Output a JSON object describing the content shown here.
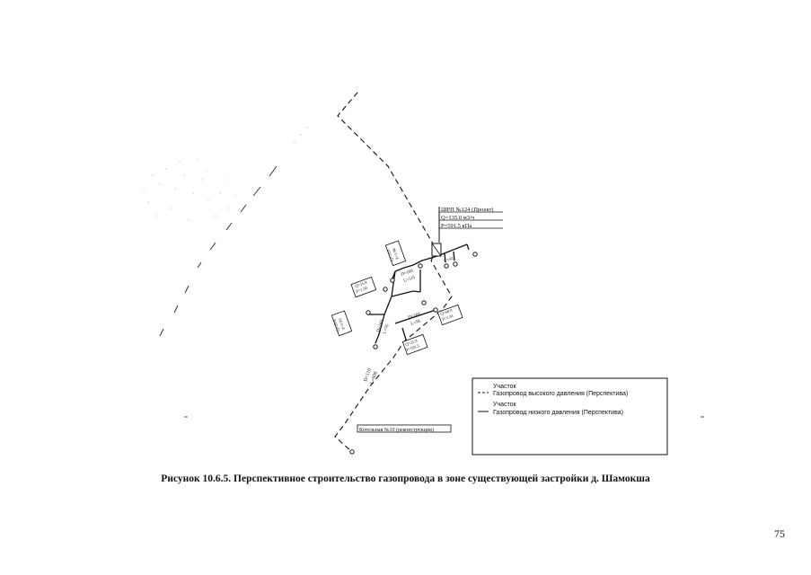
{
  "scheme": {
    "grp_box": {
      "title": "ШРП №124 (Проект)",
      "flow": "Q=135.0 м3/ч",
      "pressure": "P=591.5 кПа"
    },
    "boiler_label": "Котельная №10 (реконструкция)",
    "pipe_labels": {
      "main_d": "D=110",
      "main_l": "L=608",
      "branch_a_d": "D=160",
      "branch_a_l": "L=115",
      "branch_b_d": "D=160",
      "branch_b_l": "L=56",
      "branch_c_d": "D=160",
      "branch_c_l": "L=76",
      "branch_d_l": "L=41"
    },
    "callouts": [
      {
        "line1": "Q=15.9",
        "line2": "P=1.50"
      },
      {
        "line1": "Q=11.0",
        "line2": "P=1.96"
      },
      {
        "line1": "Q=25.6",
        "line2": "P=1.83"
      },
      {
        "line1": "Q=60.0",
        "line2": "P=1.91"
      },
      {
        "line1": "Q=21.9",
        "line2": "P=591.5"
      }
    ]
  },
  "legend": {
    "item1_title": "Участок",
    "item1_label": "Газопровод высокого давления (Перспектива)",
    "item2_title": "Участок",
    "item2_label": "Газопровод низкого давления (Перспектива)"
  },
  "caption": "Рисунок 10.6.5. Перспективное строительство газопровода в зоне существующей застройки д. Шамокша",
  "page_number": "75"
}
